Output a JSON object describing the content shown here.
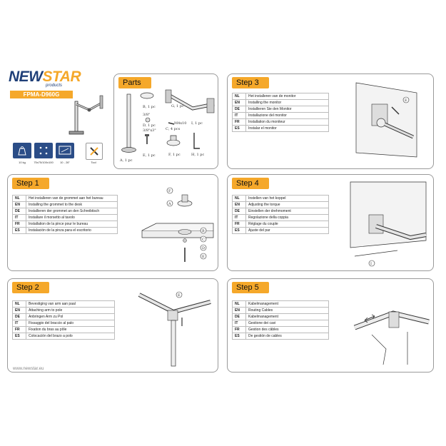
{
  "brand": {
    "logo": "NEWSTAR",
    "tagline": "products",
    "model": "FPMA-D960G",
    "url": "www.newstar.eu"
  },
  "specs": [
    {
      "icon": "weight-icon",
      "label": "10 kg"
    },
    {
      "icon": "vesa-icon",
      "label": "75x75/100x100"
    },
    {
      "icon": "screen-size-icon",
      "label": "10 - 26\""
    },
    {
      "icon": "tool-icon",
      "label": "Tool"
    }
  ],
  "parts": {
    "title": "Parts",
    "items": [
      {
        "id": "B",
        "qty": "1 pc",
        "text": "B, 1 pc"
      },
      {
        "id": "A",
        "qty": "1 pc",
        "text": "A, 1 pc"
      },
      {
        "id": "C",
        "qty": "4 pcs",
        "text": "C, 4 pcs"
      },
      {
        "id": "C-size",
        "text": "M4x10"
      },
      {
        "id": "D",
        "qty": "1 pc",
        "text": "D, 1 pc"
      },
      {
        "id": "D-size",
        "text": "3/8\""
      },
      {
        "id": "E",
        "qty": "1 pc",
        "text": "E, 1 pc"
      },
      {
        "id": "E-size",
        "text": "3/8\"x3\""
      },
      {
        "id": "F",
        "qty": "1 pc",
        "text": "F, 1 pc"
      },
      {
        "id": "G",
        "qty": "1 pc",
        "text": "G, 1 pc"
      },
      {
        "id": "H",
        "qty": "1 pc",
        "text": "H, 1 pc"
      },
      {
        "id": "I",
        "qty": "1 pc",
        "text": "I, 1 pc"
      }
    ]
  },
  "steps": [
    {
      "title": "Step 1",
      "rows": [
        {
          "code": "NL",
          "text": "Het installeren van de grommet aan het bureau"
        },
        {
          "code": "EN",
          "text": "Installing the grommet to the desk"
        },
        {
          "code": "DE",
          "text": "Installieren der grommet an den Schreibtisch"
        },
        {
          "code": "IT",
          "text": "Installare il morsetto al tavolo"
        },
        {
          "code": "FR",
          "text": "Installation de la pince pour le bureau"
        },
        {
          "code": "ES",
          "text": "Instalación de la pinza para el escritorio"
        }
      ],
      "callouts": [
        "F",
        "A",
        "B",
        "C",
        "D",
        "E"
      ]
    },
    {
      "title": "Step 2",
      "rows": [
        {
          "code": "NL",
          "text": "Bevestiging van arm aan paal"
        },
        {
          "code": "EN",
          "text": "Attaching arm to pole"
        },
        {
          "code": "DE",
          "text": "Anbringen Arm zu Pol"
        },
        {
          "code": "IT",
          "text": "Fissaggio del braccio al palo"
        },
        {
          "code": "FR",
          "text": "Fixation du bras au pôle"
        },
        {
          "code": "ES",
          "text": "Colocación del brazo a polo"
        }
      ],
      "callouts": [
        "E"
      ]
    },
    {
      "title": "Step 3",
      "rows": [
        {
          "code": "NL",
          "text": "Het installeren van de monitor"
        },
        {
          "code": "EN",
          "text": "Installing the monitor"
        },
        {
          "code": "DE",
          "text": "Installieren Sie den Monitor"
        },
        {
          "code": "IT",
          "text": "Installazione del monitor"
        },
        {
          "code": "FR",
          "text": "Installation du moniteur"
        },
        {
          "code": "ES",
          "text": "Instalar el monitor"
        }
      ],
      "callouts": [
        "E"
      ]
    },
    {
      "title": "Step 4",
      "rows": [
        {
          "code": "NL",
          "text": "Instellen van het koppel"
        },
        {
          "code": "EN",
          "text": "Adjusting the torque"
        },
        {
          "code": "DE",
          "text": "Einstellen der drehmoment"
        },
        {
          "code": "IT",
          "text": "Regolazione della coppia"
        },
        {
          "code": "FR",
          "text": "Réglage du couple"
        },
        {
          "code": "ES",
          "text": "Ajuste del par"
        }
      ],
      "callouts": [
        "I"
      ]
    },
    {
      "title": "Step 5",
      "rows": [
        {
          "code": "NL",
          "text": "Kabelmanagement"
        },
        {
          "code": "EN",
          "text": "Routing Cables"
        },
        {
          "code": "DE",
          "text": "Kabelmanagement"
        },
        {
          "code": "IT",
          "text": "Gestione dei cavi"
        },
        {
          "code": "FR",
          "text": "Gestion des câbles"
        },
        {
          "code": "ES",
          "text": "De gestión de cables"
        }
      ],
      "callouts": []
    }
  ]
}
